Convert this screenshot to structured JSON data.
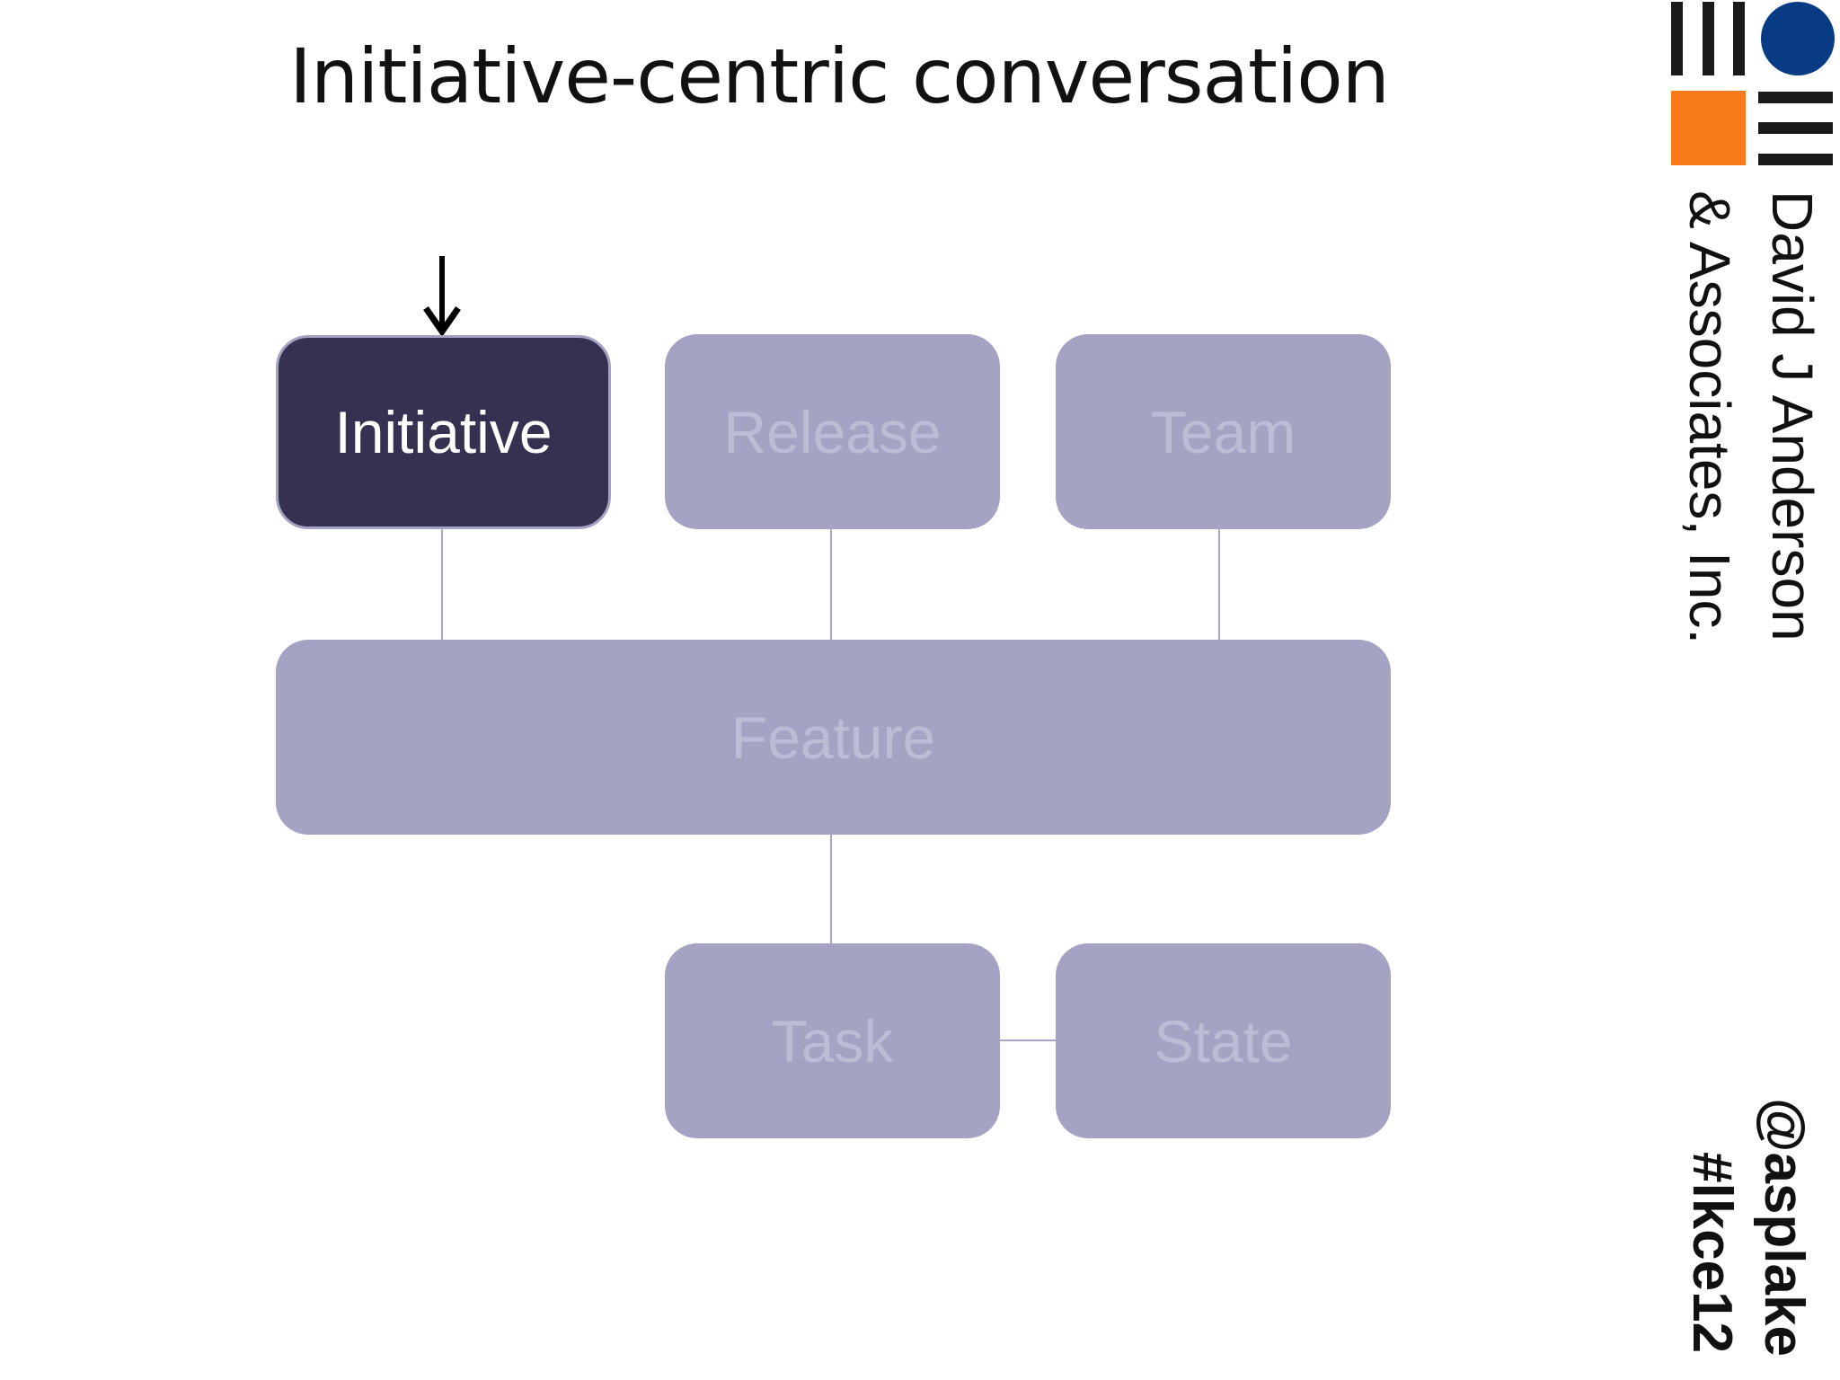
{
  "title": "Initiative-centric conversation",
  "diagram": {
    "nodes": {
      "initiative": "Initiative",
      "release": "Release",
      "team": "Team",
      "feature": "Feature",
      "task": "Task",
      "state": "State"
    },
    "highlighted": "initiative",
    "edges": [
      [
        "initiative",
        "feature"
      ],
      [
        "release",
        "feature"
      ],
      [
        "team",
        "feature"
      ],
      [
        "feature",
        "task"
      ],
      [
        "task",
        "state"
      ]
    ],
    "colors": {
      "highlighted": "#343250",
      "node": "#a4a3c4",
      "node_text": "#bdbcd6",
      "edge": "#a8a7c6"
    }
  },
  "branding": {
    "logo_colors": {
      "circle": "#073c85",
      "square": "#f97a1b",
      "bars": "#1a1a1a"
    },
    "company_line1": "David J Anderson",
    "company_line2": "& Associates, Inc.",
    "twitter": "@asplake",
    "hashtag": "#lkce12"
  }
}
